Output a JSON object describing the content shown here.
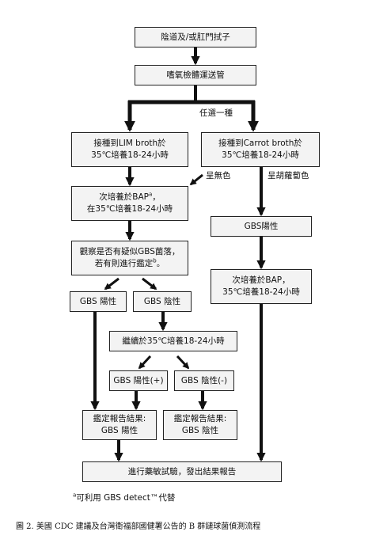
{
  "boxes": {
    "swab": "陰道及/或肛門拭子",
    "anaerobic": "嗜氧檢體運送管",
    "lim_1": "接種到LIM broth於",
    "lim_2": "35℃培養18-24小時",
    "carrot_1": "接種到Carrot broth於",
    "carrot_2": "35℃培養18-24小時",
    "bap_1": "次培養於BAP",
    "bap_1_sup": "a",
    "bap_1_end": "，",
    "bap_2": "在35℃培養18-24小時",
    "observe_1": "觀察是否有疑似GBS菌落，",
    "observe_2": "若有則進行鑑定",
    "observe_2_sup": "b",
    "observe_2_end": "。",
    "gbs_pos_right": "GBS陽性",
    "bap_right_1": "次培養於BAP，",
    "bap_right_2": "35℃培養18-24小時",
    "gbs_pos_left": "GBS 陽性",
    "gbs_neg_left": "GBS 陰性",
    "continue": "繼續於35℃培養18-24小時",
    "gbs_pos_plus": "GBS 陽性(+)",
    "gbs_neg_minus": "GBS 陰性(-)",
    "report_pos_1": "鑑定報告結果:",
    "report_pos_2": "GBS 陽性",
    "report_neg_1": "鑑定報告結果:",
    "report_neg_2": "GBS 陰性",
    "sensitivity": "進行藥敏試驗，發出結果報告"
  },
  "labels": {
    "choose_one": "任選一種",
    "colorless": "呈無色",
    "orange": "呈胡蘿蔔色"
  },
  "footnote": {
    "mark": "a",
    "text": "可利用 GBS detect™代替"
  },
  "caption": "圖 2.   美國 CDC 建議及台灣衛福部國健署公告的 B 群鏈球菌偵測流程",
  "colors": {
    "box_fill": "#f3f3f3",
    "stroke": "#111111"
  }
}
